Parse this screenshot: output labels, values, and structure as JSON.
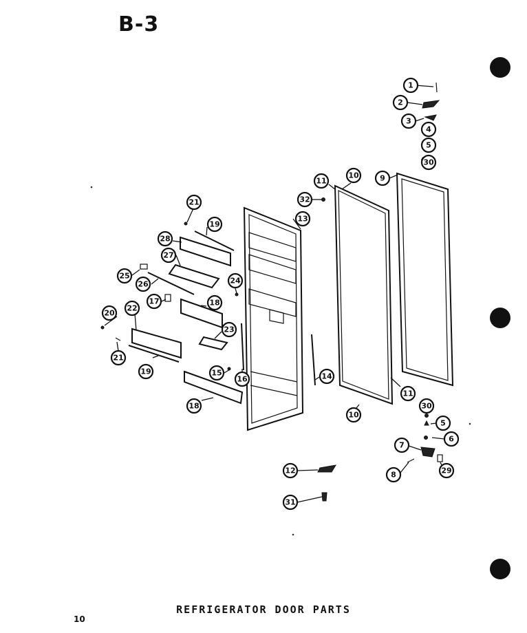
{
  "header": {
    "section": "B-3"
  },
  "caption": {
    "title": "REFRIGERATOR DOOR PARTS",
    "page": "10"
  },
  "callouts": [
    {
      "id": "c1",
      "num": "1"
    },
    {
      "id": "c2",
      "num": "2"
    },
    {
      "id": "c3",
      "num": "3"
    },
    {
      "id": "c4",
      "num": "4"
    },
    {
      "id": "c5a",
      "num": "5"
    },
    {
      "id": "c30a",
      "num": "30"
    },
    {
      "id": "c9",
      "num": "9"
    },
    {
      "id": "c10a",
      "num": "10"
    },
    {
      "id": "c11a",
      "num": "11"
    },
    {
      "id": "c32",
      "num": "32"
    },
    {
      "id": "c13",
      "num": "13"
    },
    {
      "id": "c21a",
      "num": "21"
    },
    {
      "id": "c19a",
      "num": "19"
    },
    {
      "id": "c28",
      "num": "28"
    },
    {
      "id": "c27",
      "num": "27"
    },
    {
      "id": "c25",
      "num": "25"
    },
    {
      "id": "c26",
      "num": "26"
    },
    {
      "id": "c24",
      "num": "24"
    },
    {
      "id": "c17",
      "num": "17"
    },
    {
      "id": "c18a",
      "num": "18"
    },
    {
      "id": "c20",
      "num": "20"
    },
    {
      "id": "c22",
      "num": "22"
    },
    {
      "id": "c23",
      "num": "23"
    },
    {
      "id": "c21b",
      "num": "21"
    },
    {
      "id": "c19b",
      "num": "19"
    },
    {
      "id": "c15",
      "num": "15"
    },
    {
      "id": "c16",
      "num": "16"
    },
    {
      "id": "c14",
      "num": "14"
    },
    {
      "id": "c18b",
      "num": "18"
    },
    {
      "id": "c10b",
      "num": "10"
    },
    {
      "id": "c11b",
      "num": "11"
    },
    {
      "id": "c30b",
      "num": "30"
    },
    {
      "id": "c5b",
      "num": "5"
    },
    {
      "id": "c6",
      "num": "6"
    },
    {
      "id": "c7",
      "num": "7"
    },
    {
      "id": "c8",
      "num": "8"
    },
    {
      "id": "c29",
      "num": "29"
    },
    {
      "id": "c12",
      "num": "12"
    },
    {
      "id": "c31",
      "num": "31"
    }
  ]
}
